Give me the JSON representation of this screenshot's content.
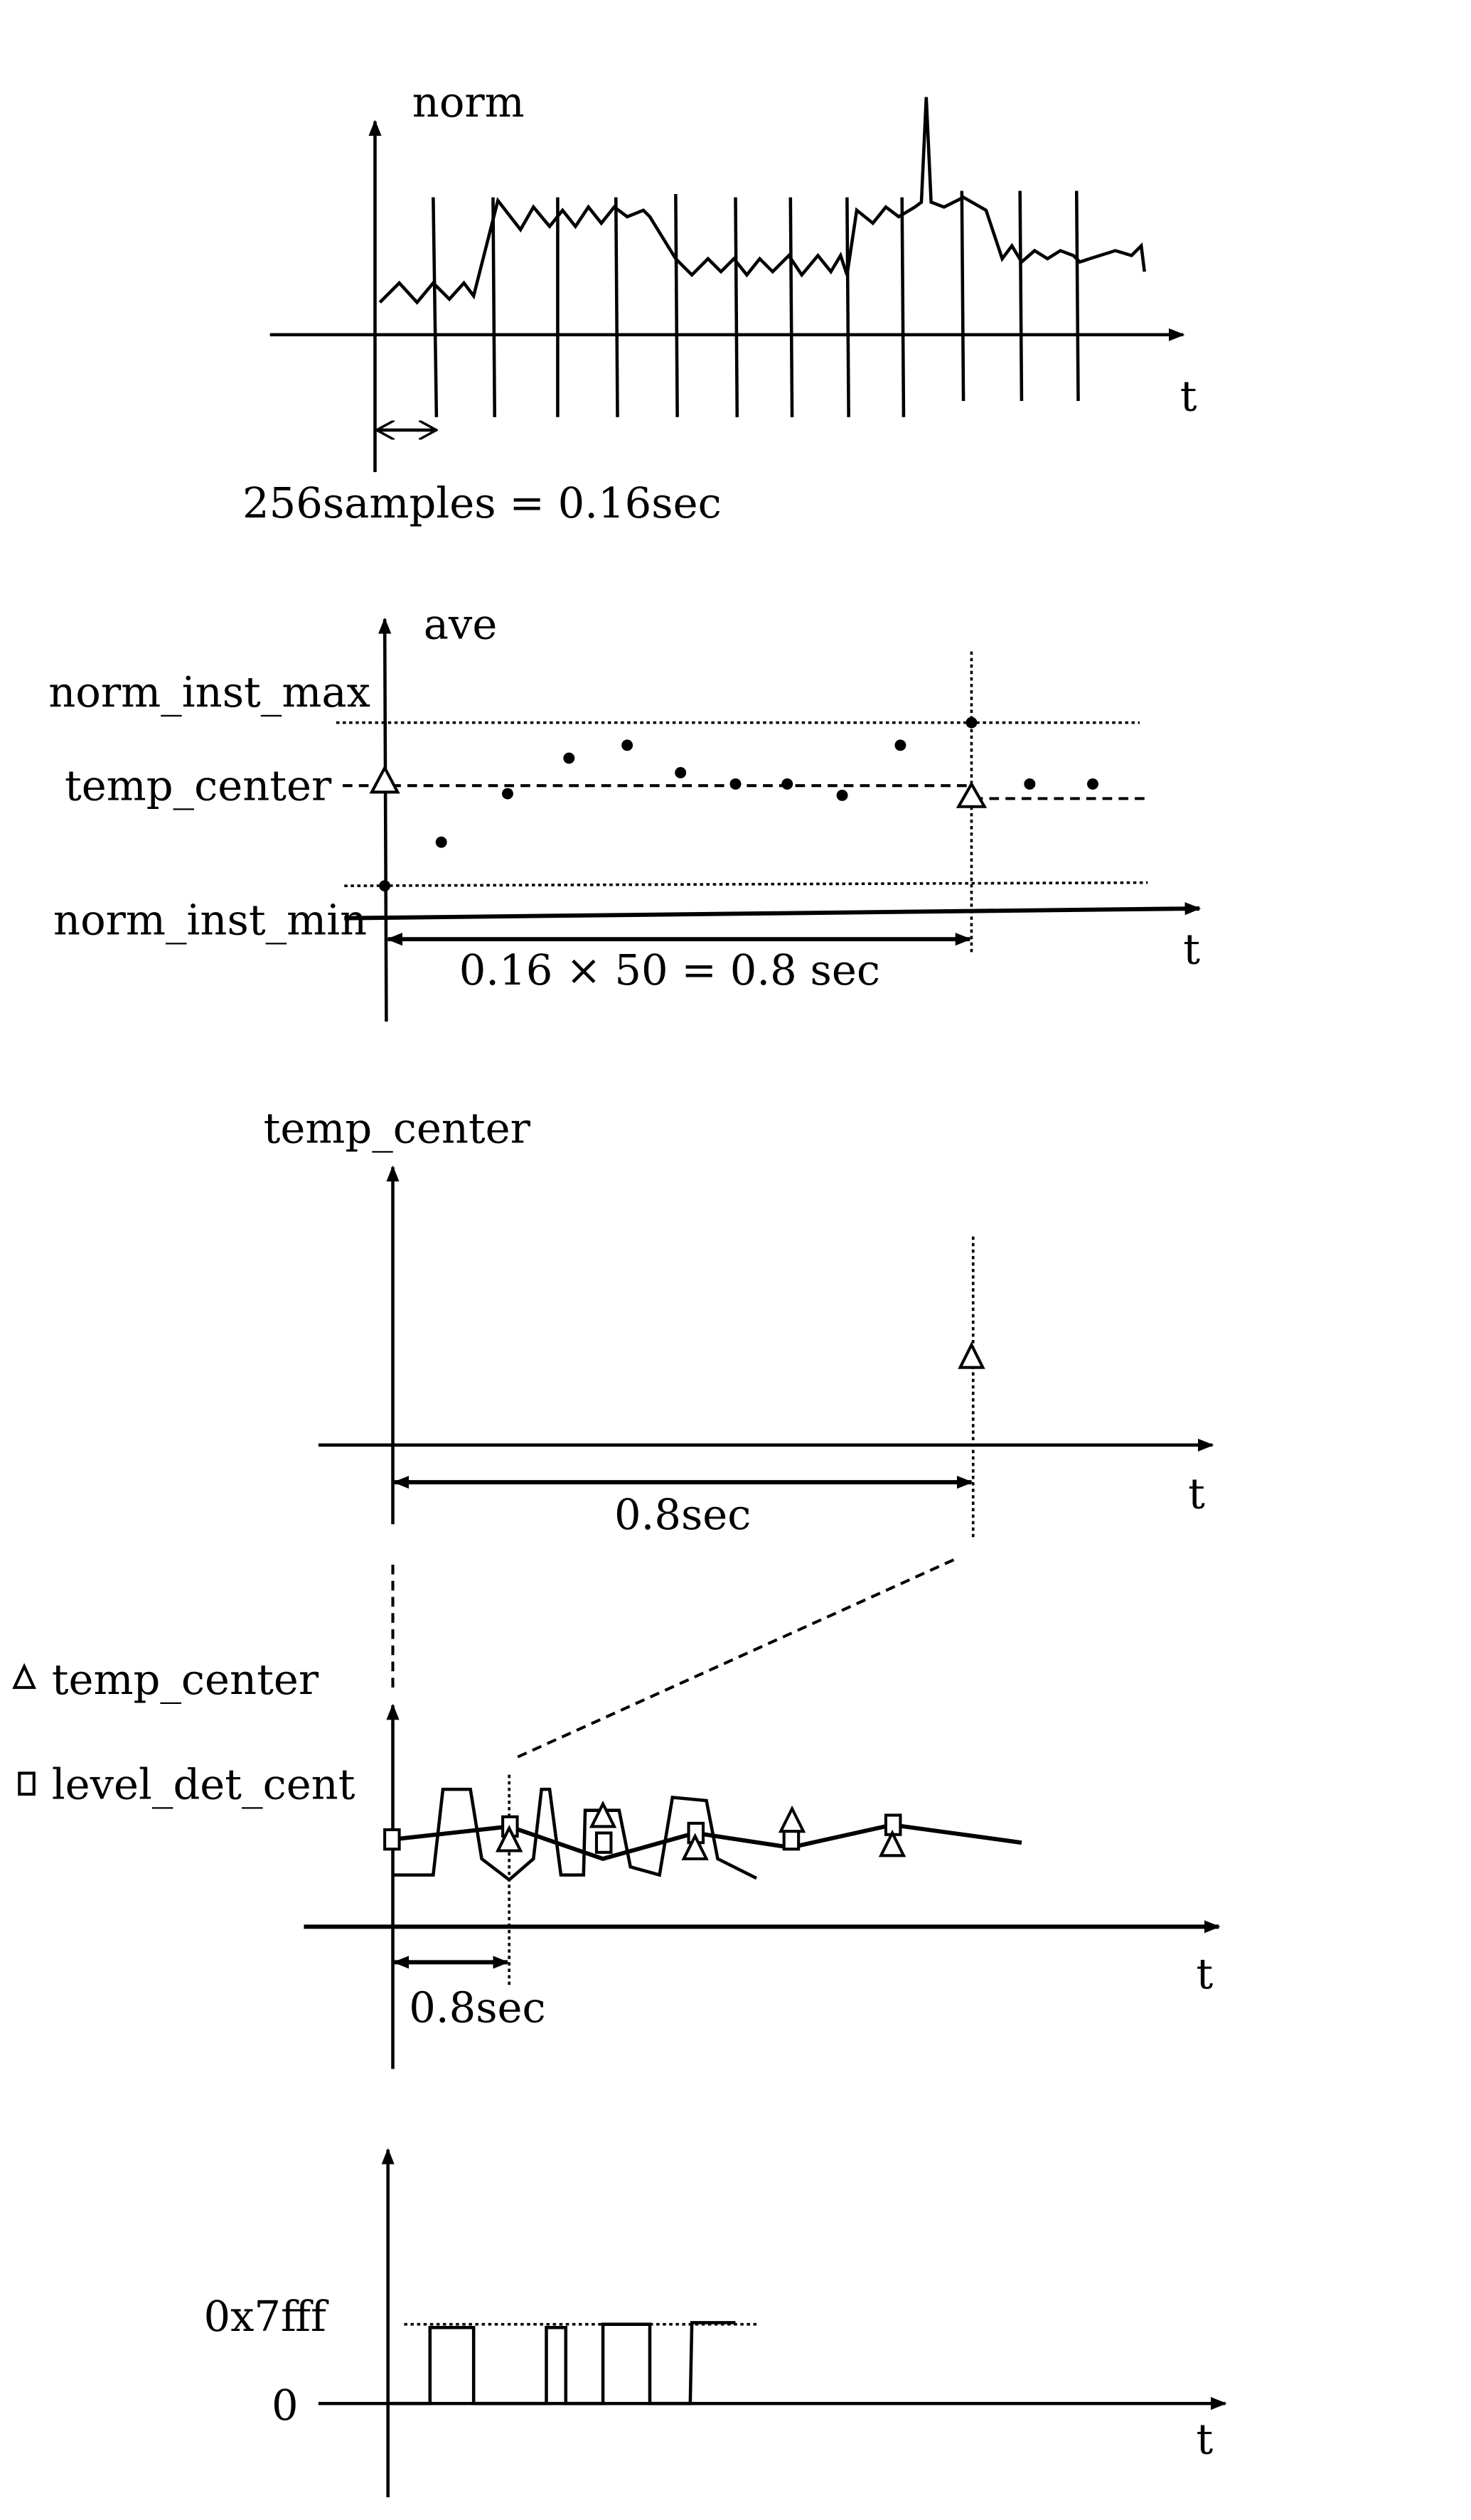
{
  "panel1": {
    "y_label": "norm",
    "x_label": "t",
    "interval_label": "256samples = 0.16sec"
  },
  "panel2": {
    "y_label": "ave",
    "x_label": "t",
    "max_label": "norm_inst_max",
    "center_label": "temp_center",
    "min_label": "norm_inst_min",
    "interval_label": "0.16 × 50 = 0.8 sec"
  },
  "panel3": {
    "y_label": "temp_center",
    "x_label": "t",
    "interval_label": "0.8sec"
  },
  "panel4": {
    "legend_triangle": "temp_center",
    "legend_square": "level_det_cent",
    "x_label": "t",
    "interval_label": "0.8sec"
  },
  "panel5": {
    "high_label": "0x7fff",
    "zero_label": "0",
    "x_label": "t"
  }
}
